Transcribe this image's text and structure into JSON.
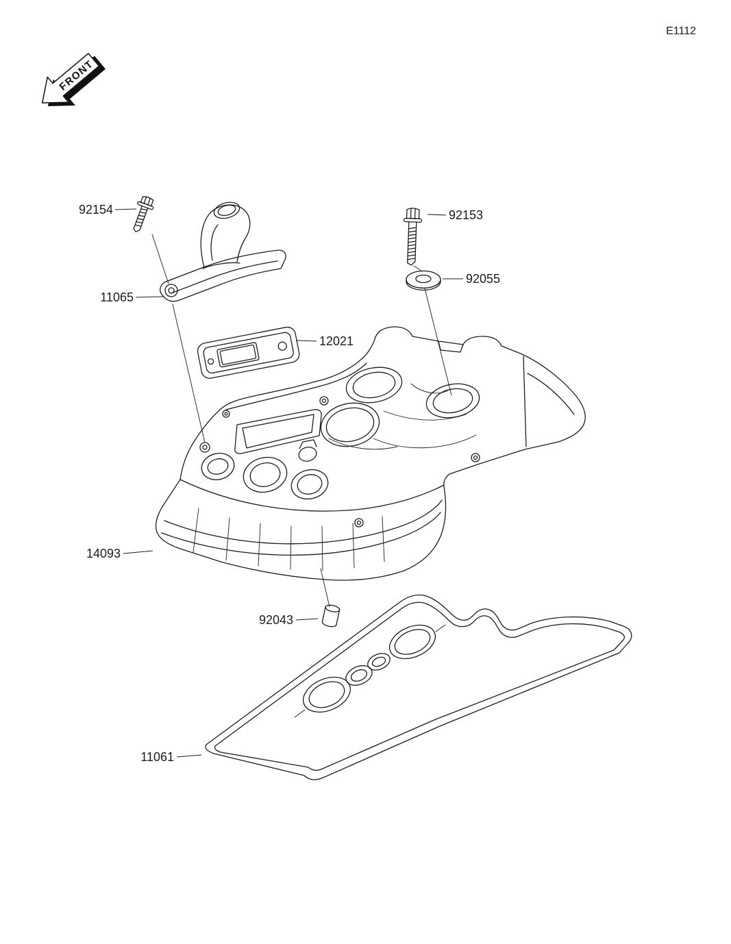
{
  "page": {
    "code": "E1112"
  },
  "diagram": {
    "front_label": "FRONT",
    "parts": [
      {
        "ref": "92154"
      },
      {
        "ref": "11065"
      },
      {
        "ref": "92153"
      },
      {
        "ref": "92055"
      },
      {
        "ref": "12021"
      },
      {
        "ref": "14093"
      },
      {
        "ref": "92043"
      },
      {
        "ref": "11061"
      }
    ]
  }
}
